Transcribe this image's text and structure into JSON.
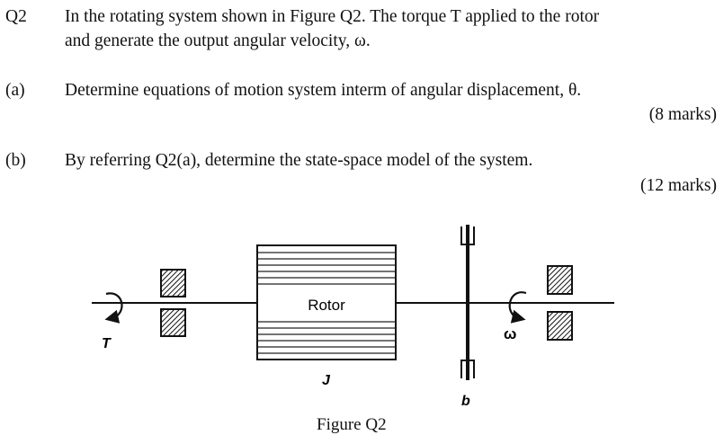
{
  "q2": {
    "number": "Q2",
    "line1": "In the rotating system shown in Figure Q2. The torque T applied to the rotor",
    "line2": "and generate the output angular velocity, ω."
  },
  "part_a": {
    "label": "(a)",
    "text": "Determine equations of motion system interm of angular displacement, θ.",
    "marks": "(8 marks)"
  },
  "part_b": {
    "label": "(b)",
    "text": "By referring Q2(a), determine the state-space model of the system.",
    "marks": "(12 marks)"
  },
  "figure": {
    "caption": "Figure Q2",
    "rotor_label": "Rotor",
    "torque_label": "T",
    "inertia_label": "J",
    "damper_label": "b",
    "omega_label": "ω"
  }
}
